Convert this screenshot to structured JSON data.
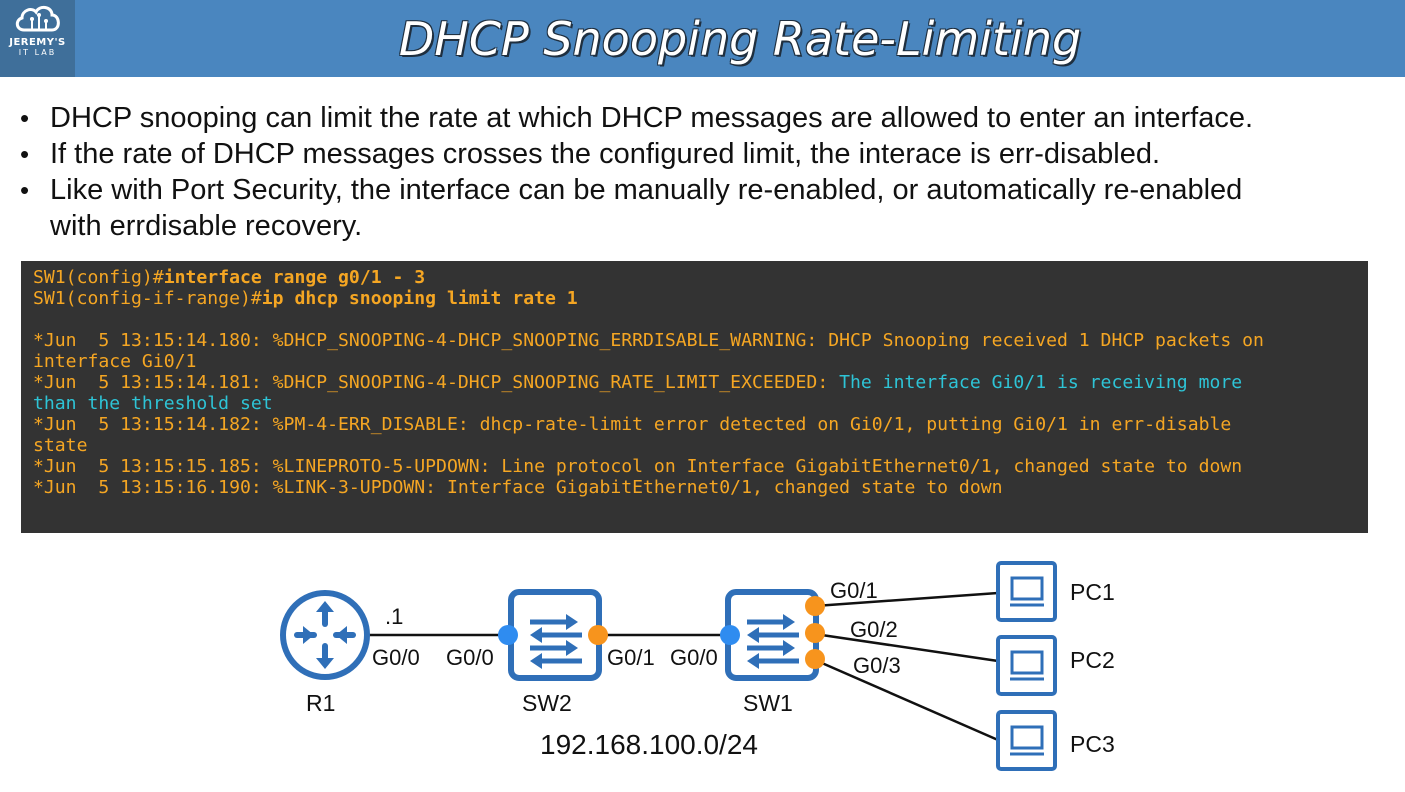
{
  "header": {
    "title": "DHCP Snooping Rate-Limiting",
    "logo_line1": "JEREMY'S",
    "logo_line2": "IT LAB"
  },
  "bullets": [
    "DHCP snooping can limit the rate at which DHCP messages are allowed to enter an interface.",
    "If the rate of DHCP messages crosses the configured limit, the interace is err-disabled.",
    "Like with Port Security, the interface can be manually re-enabled, or automatically re-enabled",
    "with errdisable recovery."
  ],
  "console": {
    "l1_prompt": "SW1(config)#",
    "l1_cmd": "interface range g0/1 - 3",
    "l2_prompt": "SW1(config-if-range)#",
    "l2_cmd": "ip dhcp snooping limit rate 1",
    "l4": "*Jun  5 13:15:14.180: %DHCP_SNOOPING-4-DHCP_SNOOPING_ERRDISABLE_WARNING: DHCP Snooping received 1 DHCP packets on",
    "l5": "interface Gi0/1",
    "l6a": "*Jun  5 13:15:14.181: %DHCP_SNOOPING-4-DHCP_SNOOPING_RATE_LIMIT_EXCEEDED: ",
    "l6b": "The interface Gi0/1 is receiving more",
    "l7": "than the threshold set",
    "l8": "*Jun  5 13:15:14.182: %PM-4-ERR_DISABLE: dhcp-rate-limit error detected on Gi0/1, putting Gi0/1 in err-disable",
    "l9": "state",
    "l10": "*Jun  5 13:15:15.185: %LINEPROTO-5-UPDOWN: Line protocol on Interface GigabitEthernet0/1, changed state to down",
    "l11": "*Jun  5 13:15:16.190: %LINK-3-UPDOWN: Interface GigabitEthernet0/1, changed state to down"
  },
  "topology": {
    "r1": "R1",
    "sw2": "SW2",
    "sw1": "SW1",
    "pc1": "PC1",
    "pc2": "PC2",
    "pc3": "PC3",
    "r1_ip": ".1",
    "r1_if": "G0/0",
    "sw2_if_left": "G0/0",
    "sw2_if_right": "G0/1",
    "sw1_if_left": "G0/0",
    "sw1_if_1": "G0/1",
    "sw1_if_2": "G0/2",
    "sw1_if_3": "G0/3",
    "subnet": "192.168.100.0/24"
  },
  "colors": {
    "header_bg": "#4a86bf",
    "device_blue": "#2f6fb8",
    "port_blue": "#2f8cf0",
    "port_orange": "#f7941d",
    "console_bg": "#333333",
    "console_text": "#f5a623",
    "console_highlight": "#2ec4d6"
  }
}
